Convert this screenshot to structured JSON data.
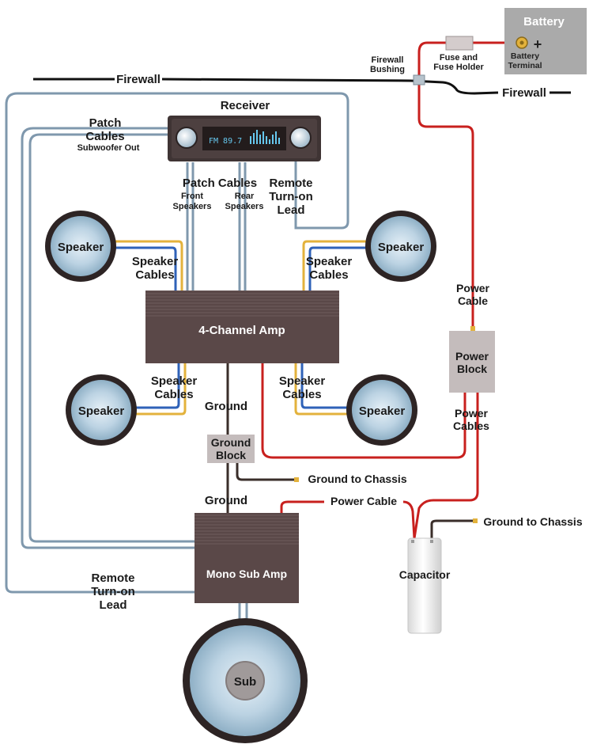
{
  "labels": {
    "battery": "Battery",
    "battery_terminal_1": "Battery",
    "battery_terminal_2": "Terminal",
    "fuse_1": "Fuse and",
    "fuse_2": "Fuse Holder",
    "bushing_1": "Firewall",
    "bushing_2": "Bushing",
    "firewall_left": "Firewall",
    "firewall_right": "Firewall",
    "receiver": "Receiver",
    "radio_display": "FM 89.7",
    "patch_sub_1": "Patch",
    "patch_sub_2": "Cables",
    "subwoofer_out": "Subwoofer Out",
    "patch_cables": "Patch  Cables",
    "front_1": "Front",
    "front_2": "Speakers",
    "rear_1": "Rear",
    "rear_2": "Speakers",
    "remote_top_1": "Remote",
    "remote_top_2": "Turn-on",
    "remote_top_3": "Lead",
    "speaker": "Speaker",
    "speaker_cables_1": "Speaker",
    "speaker_cables_2": "Cables",
    "four_channel_amp": "4-Channel Amp",
    "ground_upper": "Ground",
    "ground_block_1": "Ground",
    "ground_block_2": "Block",
    "ground_lower": "Ground",
    "ground_chassis_1": "Ground to Chassis",
    "ground_chassis_2": "Ground to Chassis",
    "power_cable_top_1": "Power",
    "power_cable_top_2": "Cable",
    "power_block_1": "Power",
    "power_block_2": "Block",
    "power_cables_1": "Power",
    "power_cables_2": "Cables",
    "power_cable_mid": "Power Cable",
    "capacitor": "Capacitor",
    "mono_sub_amp": "Mono Sub Amp",
    "remote_bottom_1": "Remote",
    "remote_bottom_2": "Turn-on",
    "remote_bottom_3": "Lead",
    "sub": "Sub",
    "battery_plus": "+"
  },
  "colors": {
    "power_wire": "#c8201e",
    "patch_wire": "#7f98ad",
    "speaker_wire_blue": "#2f62b8",
    "speaker_wire_yellow": "#e3b23c",
    "ground_wire": "#3a2e2a",
    "amp_body": "#5a4848",
    "block_body": "#c4bcbc",
    "battery_body": "#aaaaaa",
    "speaker_cone": "#a9c6d8"
  },
  "icons": [
    "battery-icon",
    "fuse-icon",
    "receiver-icon",
    "speaker-icon",
    "amplifier-icon",
    "ground-block-icon",
    "power-block-icon",
    "capacitor-icon",
    "subwoofer-icon"
  ]
}
